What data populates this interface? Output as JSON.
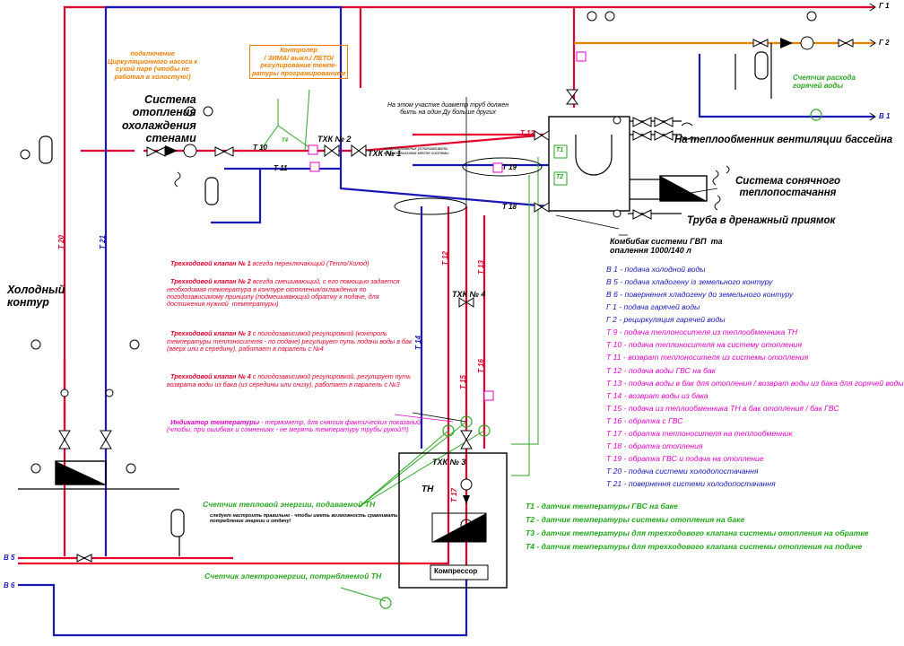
{
  "titles": {
    "heating_system": "Система\nотопления\nохолаждения\nстенами",
    "cold_circuit": "Холодный\nконтур",
    "ventilation_hx": "На теплообменник вентиляции бассейна",
    "solar_system": "Система сонячного\nтеплопостачання",
    "drain_pipe": "Труба в дренажный приямок",
    "combi_tank": "Комбибак системи ГВП  та\nопалення 1000/140 л",
    "heat_pump": "ТН",
    "compressor": "Компрессор"
  },
  "notes": {
    "pump_note": "подключение\nЦиркуляционного насоса к\nсухой паре (чтобы не\nработал в холостую!)",
    "controller_note": "Контролер\n/ ЗИМА/ выкл./ ЛЕТО/\nрегулирование темпе-\nратуры програмированием",
    "diameter_note": "На этом участке диаметр труб должен\nбыть на один Ду больше других",
    "install_note": "воздухоотводчик устанавливать\nв самом высоком месте системы",
    "hot_water_meter": "Счетчик расхода\nгорячей воды",
    "thermal_meter": "Счетчик тепловой энергии, подаваемой ТН",
    "thermal_meter_note": "следует настроить правильно - чтобы иметь возможность сравнивать\nпотребление энергии и отдачу!",
    "electric_meter": "Счетчик электроэнергии, потрнбляемой ТН",
    "indicator_title": "Индикатор температуры",
    "indicator_text": " - термометр, для снятия фактических показаний\n(чтобы, при ошибках и сомнениях - не мерять температуру трубы рукой!!!)"
  },
  "valve_notes": [
    {
      "title": "Трехходовой клапан № 1",
      "text": " всегда переключающий (Тепло/Холод)"
    },
    {
      "title": "Трехходовой клапан № 2",
      "text": " всегда смешивающий, с его помощью задается\nнеобходимая температура в контуре отопления/охлаждения по\nпогодозависимому принципу (подмешивающий обратку к подаче, для\nдостижения нужной  температуры)"
    },
    {
      "title": "Трехходовой клапан № 3",
      "text": " с погодозависимой регулировкой (контроль\nтемпературы теплоносителя - по подаче) регулирует путь подачи воды в бак\n(вверх или в середину), работает в паралель с №4"
    },
    {
      "title": "Трехходовой клапан № 4",
      "text": " с погодозависимой регулировкой, регулирует путь\nвозврата воды из бака (из середины или снизу), работает в паралель с №3"
    }
  ],
  "valves": {
    "txk1": "ТХК № 1",
    "txk2": "ТХК № 2",
    "txk3": "ТХК № 3",
    "txk4": "ТХК № 4"
  },
  "pipes": {
    "t10": "Т 10",
    "t11": "Т 11",
    "t12": "Т 12",
    "t12v": "Т 12",
    "t13v": "Т 13",
    "t14": "Т 14",
    "t15": "Т 15",
    "t16": "Т 16",
    "t17": "Т 17",
    "t18": "Т 18",
    "t19": "Т 19",
    "t20": "Т 20",
    "t21": "Т 21",
    "t4": "Т4",
    "g1": "Г 1",
    "g2": "Г 2",
    "b1": "В 1",
    "b5": "В 5",
    "b6": "В 6",
    "s_t1": "Т1",
    "s_t2": "Т2"
  },
  "legend_lines": [
    {
      "text": "В 1 - подача холодной воды",
      "color": "blue"
    },
    {
      "text": "В 5 - подача хладогену із земельного контуру",
      "color": "blue"
    },
    {
      "text": "В 6 - повернення хладогену до земельного контуру",
      "color": "blue"
    },
    {
      "text": "Г 1 - подача гарячей воды",
      "color": "blue"
    },
    {
      "text": "Г 2 - рециркуляция гарячей воды",
      "color": "blue"
    },
    {
      "text": "Т 9 - подача теплоносителя из теплообменника ТН",
      "color": "magenta"
    },
    {
      "text": "Т 10 - подача теплоносителя на систему отопления",
      "color": "magenta"
    },
    {
      "text": "Т 11 - возврат теплоносителя из системы отопления",
      "color": "magenta"
    },
    {
      "text": "Т 12 - подача воды ГВС на бак",
      "color": "magenta"
    },
    {
      "text": "Т 13 - подача воды в бак для отопления / возврат воды из бака для горячей воды",
      "color": "magenta"
    },
    {
      "text": "Т 14 - возврат воды из бака",
      "color": "magenta"
    },
    {
      "text": "Т 15 - подача из теплообменника ТН в бак отопления / бак ГВС",
      "color": "magenta"
    },
    {
      "text": "Т 16 - обратка с ГВС",
      "color": "magenta"
    },
    {
      "text": "Т 17 - обратка теплоносителя на теплообменник",
      "color": "magenta"
    },
    {
      "text": "Т 18 - обратка отопления",
      "color": "magenta"
    },
    {
      "text": "Т 19 - обратка ГВС и подача на отопление",
      "color": "magenta"
    },
    {
      "text": "Т 20 - подача системи холодопостачання",
      "color": "blue"
    },
    {
      "text": "Т 21 - повернення системи холодопостачання",
      "color": "blue"
    }
  ],
  "sensor_lines": [
    "Т1 - датчик температуры ГВС на баке",
    "Т2 - датчик температуры системы отопления на баке",
    "Т3 - датчик температуры для трехходового клапана системы отопления на обратке",
    "Т4 - датчик температуры для трехходового клапана системы отопления на подаче"
  ],
  "colors": {
    "supply": "#e4002b",
    "return": "#1818b8",
    "hot_water": "#f07e00",
    "sensor": "#2aa620",
    "indicator": "#e000c8",
    "line": "#000000"
  }
}
